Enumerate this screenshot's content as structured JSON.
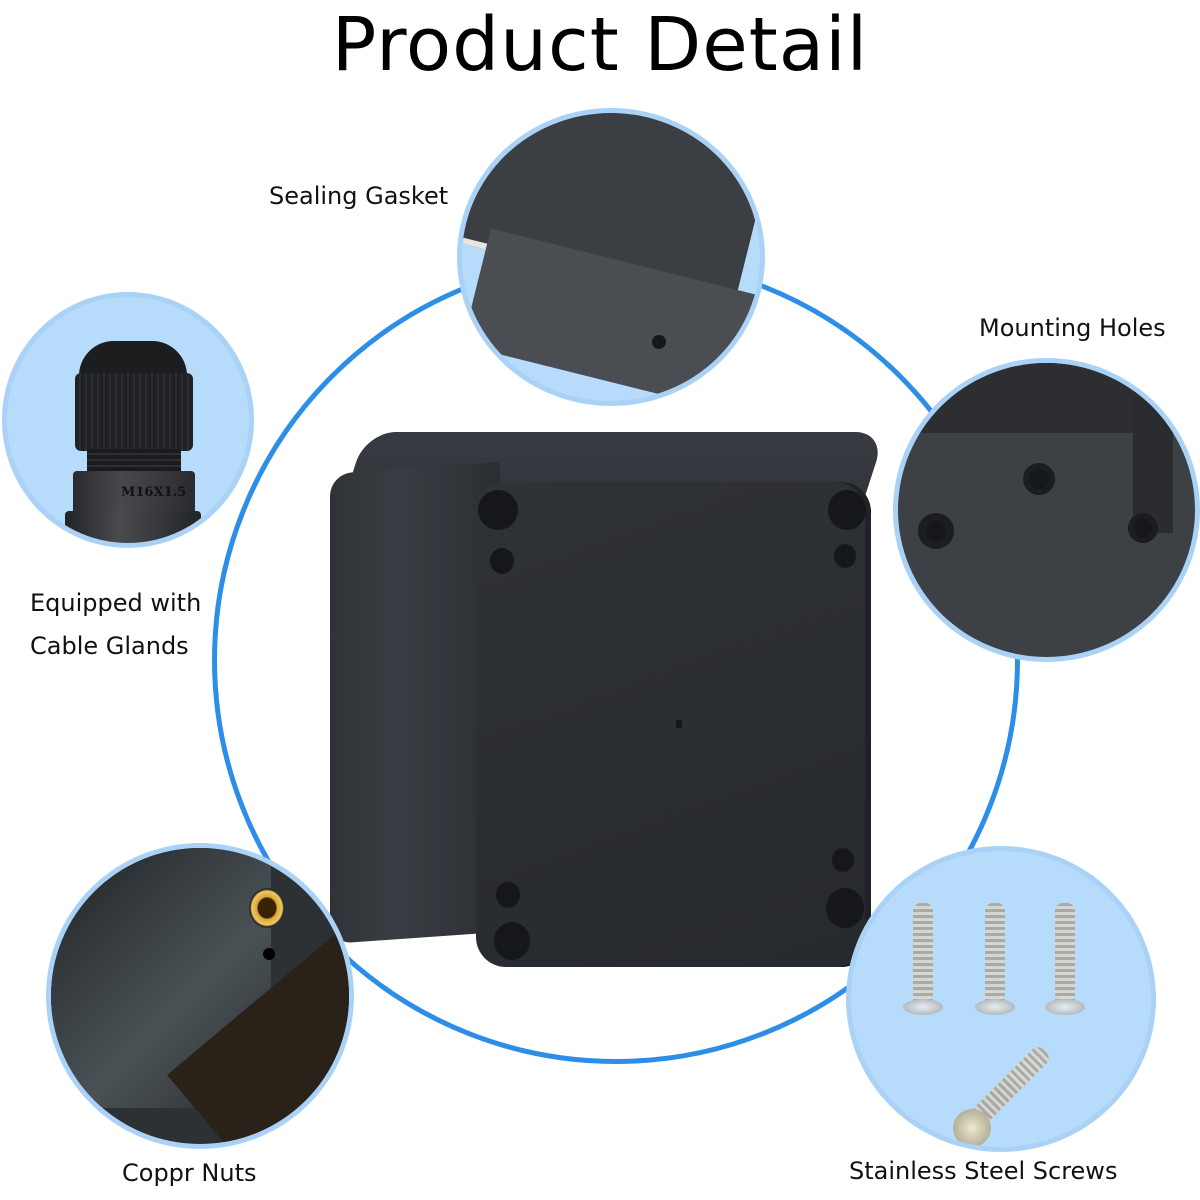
{
  "page": {
    "title": "Product Detail",
    "accent_color": "#2d8ee8",
    "bubble_color": "#b7dcfb"
  },
  "features": [
    {
      "id": "sealing-gasket",
      "label": "Sealing Gasket"
    },
    {
      "id": "cable-glands",
      "label_line1": "Equipped with",
      "label_line2": "Cable Glands",
      "marking": "M16X1.5"
    },
    {
      "id": "mounting-holes",
      "label": "Mounting Holes"
    },
    {
      "id": "copper-nuts",
      "label": "Coppr Nuts"
    },
    {
      "id": "stainless-screws",
      "label": "Stainless Steel Screws"
    }
  ]
}
